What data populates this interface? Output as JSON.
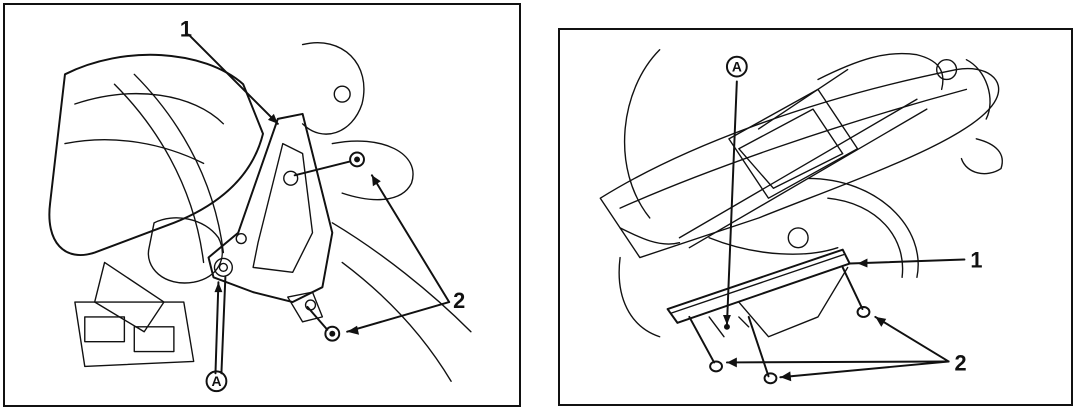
{
  "left_figure": {
    "callout_1": "1",
    "callout_2": "2",
    "callout_A": "A"
  },
  "right_figure": {
    "callout_1": "1",
    "callout_2": "2",
    "callout_A": "A"
  }
}
